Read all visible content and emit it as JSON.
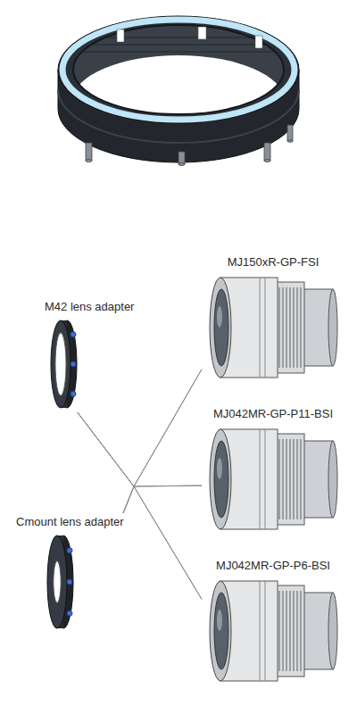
{
  "diagram": {
    "nodes": [
      {
        "text": [
          "M42 lens adapter"
        ]
      },
      {
        "text": [
          "Cmount lens adapter"
        ]
      },
      {
        "text": [
          "MJ150xR-GP-FSI"
        ]
      },
      {
        "text": [
          "MJ042MR-GP-P11-BSI"
        ]
      },
      {
        "text": [
          "MJ042MR-GP-P6-BSI"
        ]
      }
    ],
    "edges": [
      {
        "from": 0,
        "to": 2,
        "arrow": "none"
      },
      {
        "from": 0,
        "to": 3,
        "arrow": "none"
      },
      {
        "from": 0,
        "to": 4,
        "arrow": "none"
      },
      {
        "from": 1,
        "to": 2,
        "arrow": "none"
      },
      {
        "from": 1,
        "to": 3,
        "arrow": "none"
      },
      {
        "from": 1,
        "to": 4,
        "arrow": "none"
      }
    ]
  }
}
